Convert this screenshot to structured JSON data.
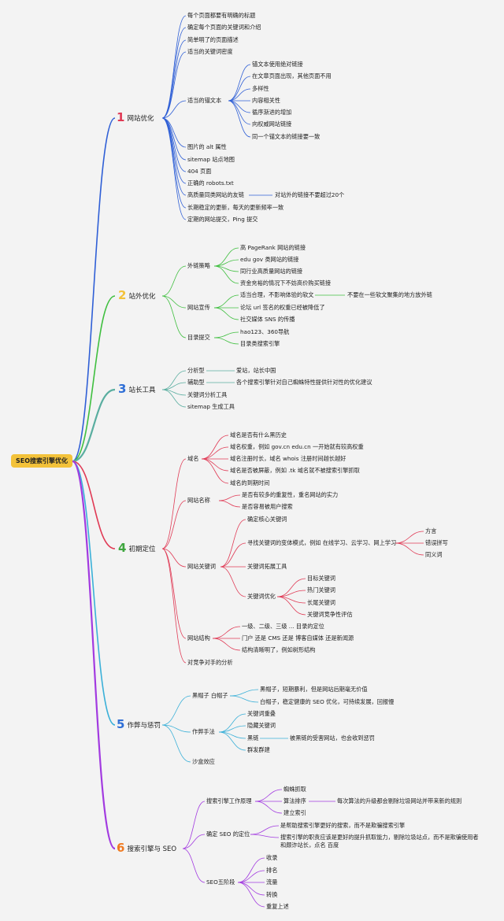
{
  "root": "SEO搜索引擎优化",
  "colors": {
    "b1": "#2f5fd6",
    "b2": "#3fbf3f",
    "b3": "#5aaea0",
    "b4": "#e03a55",
    "b5": "#3ab0d8",
    "b6": "#a23ae0",
    "root_bg": "#f3c23a"
  },
  "b1": {
    "num": "1",
    "title": "网站优化",
    "items": [
      "每个页面都要有明确的标题",
      "确定每个页面的关键词和介绍",
      "简单明了的页面描述",
      "适当的关键词密度",
      "适当的锚文本",
      "图片的 alt 属性",
      "sitemap 站点地图",
      "404 页面",
      "正确的 robots.txt",
      "高质量同类网站的友链",
      "长期稳定的更新，每天的更新频率一致",
      "定期的网站提交，Ping 提交"
    ],
    "anchor_sub": [
      "锚文本使用绝对链接",
      "在文章页面出现，其他页面不用",
      "多样性",
      "内容相关性",
      "循序渐进的增加",
      "向权威网站链接",
      "同一个锚文本的链接要一致"
    ],
    "friend_note": "对站外的链接不要超过20个"
  },
  "b2": {
    "num": "2",
    "title": "站外优化",
    "items": [
      "外链策略",
      "网站宣传",
      "目录提交"
    ],
    "link_sub": [
      "高 PageRank 网站的链接",
      "edu gov 类网站的链接",
      "同行业高质量网站的链接",
      "资金充裕的情况下不妨高价购买链接"
    ],
    "promo_sub": [
      "适当合理，不影响体验的软文",
      "论坛 url 签名的权重已经被降低了",
      "社交媒体 SNS 的传播"
    ],
    "softtext_note": "不要在一些软文聚集的地方放外链",
    "dir_sub": [
      "hao123、360导航",
      "目录类搜索引擎"
    ]
  },
  "b3": {
    "num": "3",
    "title": "站长工具",
    "items": [
      "分析型",
      "辅助型",
      "关键词分析工具",
      "sitemap 生成工具"
    ],
    "analysis_note": "爱站，站长中国",
    "aux_note": "各个搜索引擎针对自己蜘蛛特性提供针对性的优化建议"
  },
  "b4": {
    "num": "4",
    "title": "初期定位",
    "items": [
      "域名",
      "网站名称",
      "网站关键词",
      "网站结构",
      "对竞争对手的分析"
    ],
    "domain_sub": [
      "域名是否有什么黑历史",
      "域名权重，例如 gov.cn edu.cn 一开始就有较高权重",
      "域名注册时长，域名 whois 注册时间越长越好",
      "域名是否被屏蔽，例如 .tk 域名就不被搜索引擎抓取",
      "域名的到期时间"
    ],
    "name_sub": [
      "是否有较多的重复性，重名网站的实力",
      "是否容易被用户搜索"
    ],
    "kw_sub": [
      "确定核心关键词",
      "寻找关键词的变体模式，例如 在线学习、云学习、网上学习",
      "关键词拓展工具",
      "关键词优化"
    ],
    "variant_sub": [
      "方言",
      "错误拼写",
      "同义词"
    ],
    "kwopt_sub": [
      "目标关键词",
      "热门关键词",
      "长尾关键词",
      "关键词竞争性评估"
    ],
    "struct_sub": [
      "一级、二级、三级 ... 目录的定位",
      "门户 还是 CMS 还是 博客自媒体 还是新闻源",
      "结构清晰明了，例如树形结构"
    ]
  },
  "b5": {
    "num": "5",
    "title": "作弊与惩罚",
    "items": [
      "黑帽子 白帽子",
      "作弊手法",
      "沙盒效应"
    ],
    "hat_sub": [
      "黑帽子，短期暴利，但是网站后期毫无价值",
      "白帽子，稳定健康的 SEO 优化，可持续发展，回报慢"
    ],
    "cheat_sub": [
      "关键词重叠",
      "隐藏关键词",
      "黑链",
      "群发群建"
    ],
    "blacklink_note": "被黑链的受害网站，也会收到惩罚"
  },
  "b6": {
    "num": "6",
    "title": "搜索引擎与 SEO",
    "items": [
      "搜索引擎工作原理",
      "确定 SEO 的定位",
      "SEO五阶段"
    ],
    "work_sub": [
      "蜘蛛抓取",
      "算法排序",
      "建立索引"
    ],
    "algo_note": "每次算法的升级都会剔除垃圾网站并带来新的规则",
    "pos_sub": [
      "是帮助搜索引擎更好的搜索，而不是欺骗搜索引擎",
      "搜索引擎的职责应该是更好的提升抓取能力，剔除垃圾站点，而不是欺骗使用者",
      "和颇诈站长，点名 百度"
    ],
    "stage_sub": [
      "收录",
      "排名",
      "流量",
      "转换",
      "重复上述"
    ]
  }
}
